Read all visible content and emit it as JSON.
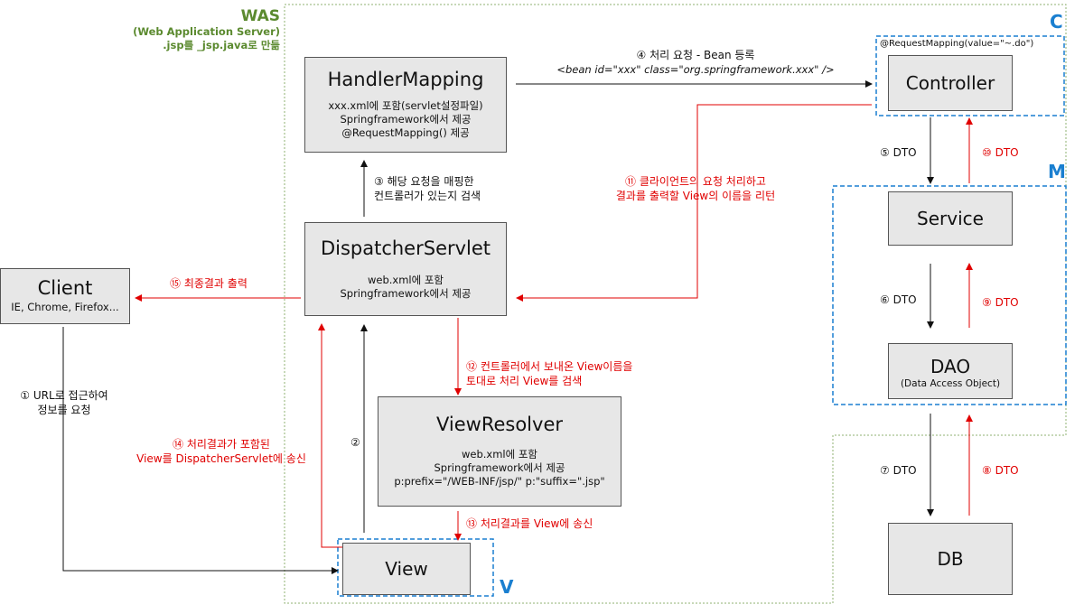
{
  "was": {
    "title": "WAS",
    "line1": "(Web Application Server)",
    "line2": ".jsp를 _jsp.java로 만듦"
  },
  "letters": {
    "c": "C",
    "m": "M",
    "v": "V"
  },
  "boxes": {
    "handler_mapping": {
      "title": "HandlerMapping",
      "lines": [
        "xxx.xml에 포함(servlet설정파일)",
        "Springframework에서 제공",
        "@RequestMapping() 제공"
      ]
    },
    "dispatcher": {
      "title": "DispatcherServlet",
      "lines": [
        "web.xml에 포함",
        "Springframework에서 제공"
      ]
    },
    "view_resolver": {
      "title": "ViewResolver",
      "lines": [
        "web.xml에 포함",
        "Springframework에서 제공",
        "p:prefix=\"/WEB-INF/jsp/\" p:\"suffix=\".jsp\""
      ]
    },
    "view": {
      "title": "View"
    },
    "client": {
      "title": "Client",
      "line": "IE, Chrome, Firefox..."
    },
    "controller": {
      "title": "Controller",
      "annotation": "@RequestMapping(value=\"~.do\")"
    },
    "service": {
      "title": "Service"
    },
    "dao": {
      "title": "DAO",
      "line": "(Data Access Object)"
    },
    "db": {
      "title": "DB"
    }
  },
  "steps": {
    "s1": [
      "① URL로 접근하여",
      "정보를 요청"
    ],
    "s2": "②",
    "s3": [
      "③ 해당 요청을 매핑한",
      "컨트롤러가 있는지 검색"
    ],
    "s4": [
      "④ 처리 요청 - Bean 등록",
      "<bean id=\"xxx\" class=\"org.springframework.xxx\" />"
    ],
    "s5": "⑤ DTO",
    "s6": "⑥ DTO",
    "s7": "⑦ DTO",
    "s8": "⑧ DTO",
    "s9": "⑨ DTO",
    "s10": "⑩ DTO",
    "s11": [
      "⑪ 클라이언트의 요청 처리하고",
      "결과를 출력할 View의 이름을 리턴"
    ],
    "s12": [
      "⑫ 컨트롤러에서 보내온 View이름을",
      "토대로 처리 View를 검색"
    ],
    "s13": "⑬ 처리결과를 View에 송신",
    "s14": [
      "⑭ 처리결과가 포함된",
      "View를 DispatcherServlet에 송신"
    ],
    "s15": "⑮ 최종결과 출력"
  },
  "colors": {
    "black_arrow": "#111111",
    "red_arrow": "#e00000",
    "was_border": "#8fb070",
    "mvc_border": "#1a7fd0",
    "box_fill": "#e7e7e7"
  }
}
